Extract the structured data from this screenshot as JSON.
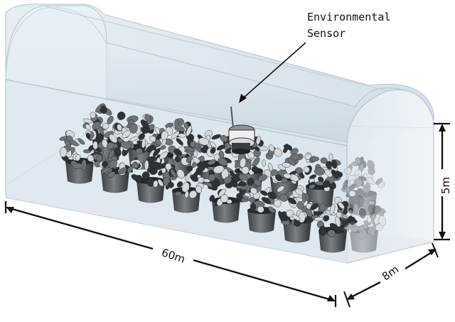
{
  "labels": {
    "sensor_line1": "Environmental",
    "sensor_line2": "Sensor",
    "length": "60m",
    "width": "8m",
    "height": "5m"
  },
  "colors": {
    "glass": "#d7e3ec",
    "glass_edge": "#a9bccb",
    "foliage_dark": "#3a3f44",
    "foliage_light": "#c8ccd0",
    "pot": "#555a5e",
    "arrow": "#111111"
  },
  "icons": {
    "sensor": "environmental-sensor-device"
  }
}
